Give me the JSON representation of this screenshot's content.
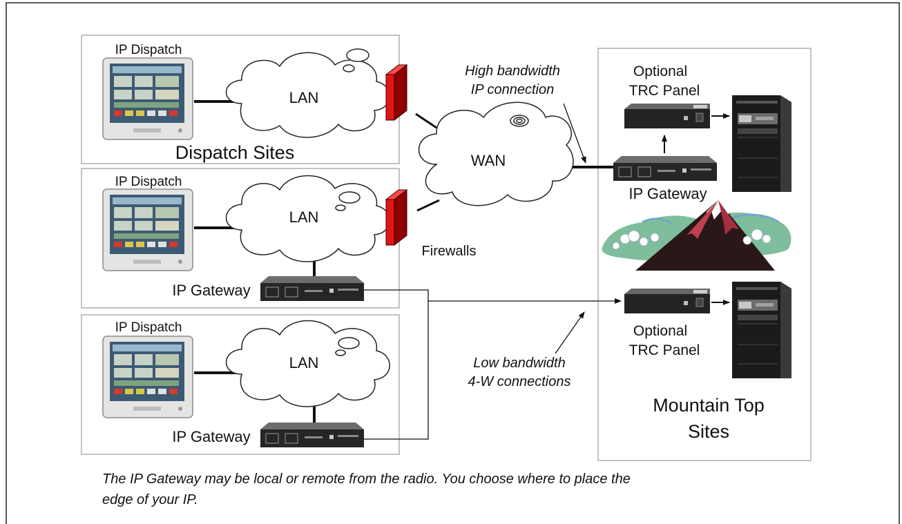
{
  "dispatch_sites": {
    "title": "Dispatch Sites",
    "sites": [
      {
        "console_label": "IP Dispatch",
        "lan_label": "LAN"
      },
      {
        "console_label": "IP Dispatch",
        "lan_label": "LAN",
        "gateway_label": "IP Gateway"
      },
      {
        "console_label": "IP Dispatch",
        "lan_label": "LAN",
        "gateway_label": "IP Gateway"
      }
    ]
  },
  "wan": {
    "label": "WAN"
  },
  "firewalls": {
    "label": "Firewalls"
  },
  "annotations": {
    "high_bw_line1": "High bandwidth",
    "high_bw_line2": "IP connection",
    "low_bw_line1": "Low bandwidth",
    "low_bw_line2": "4-W connections"
  },
  "mountain": {
    "title_line1": "Mountain Top",
    "title_line2": "Sites",
    "optional_top_line1": "Optional",
    "optional_top_line2": "TRC Panel",
    "gateway_label": "IP Gateway",
    "optional_bottom_line1": "Optional",
    "optional_bottom_line2": "TRC Panel"
  },
  "caption": {
    "line1": "The IP Gateway may be local or remote from the radio. You choose where to place the",
    "line2": "edge of your IP."
  }
}
